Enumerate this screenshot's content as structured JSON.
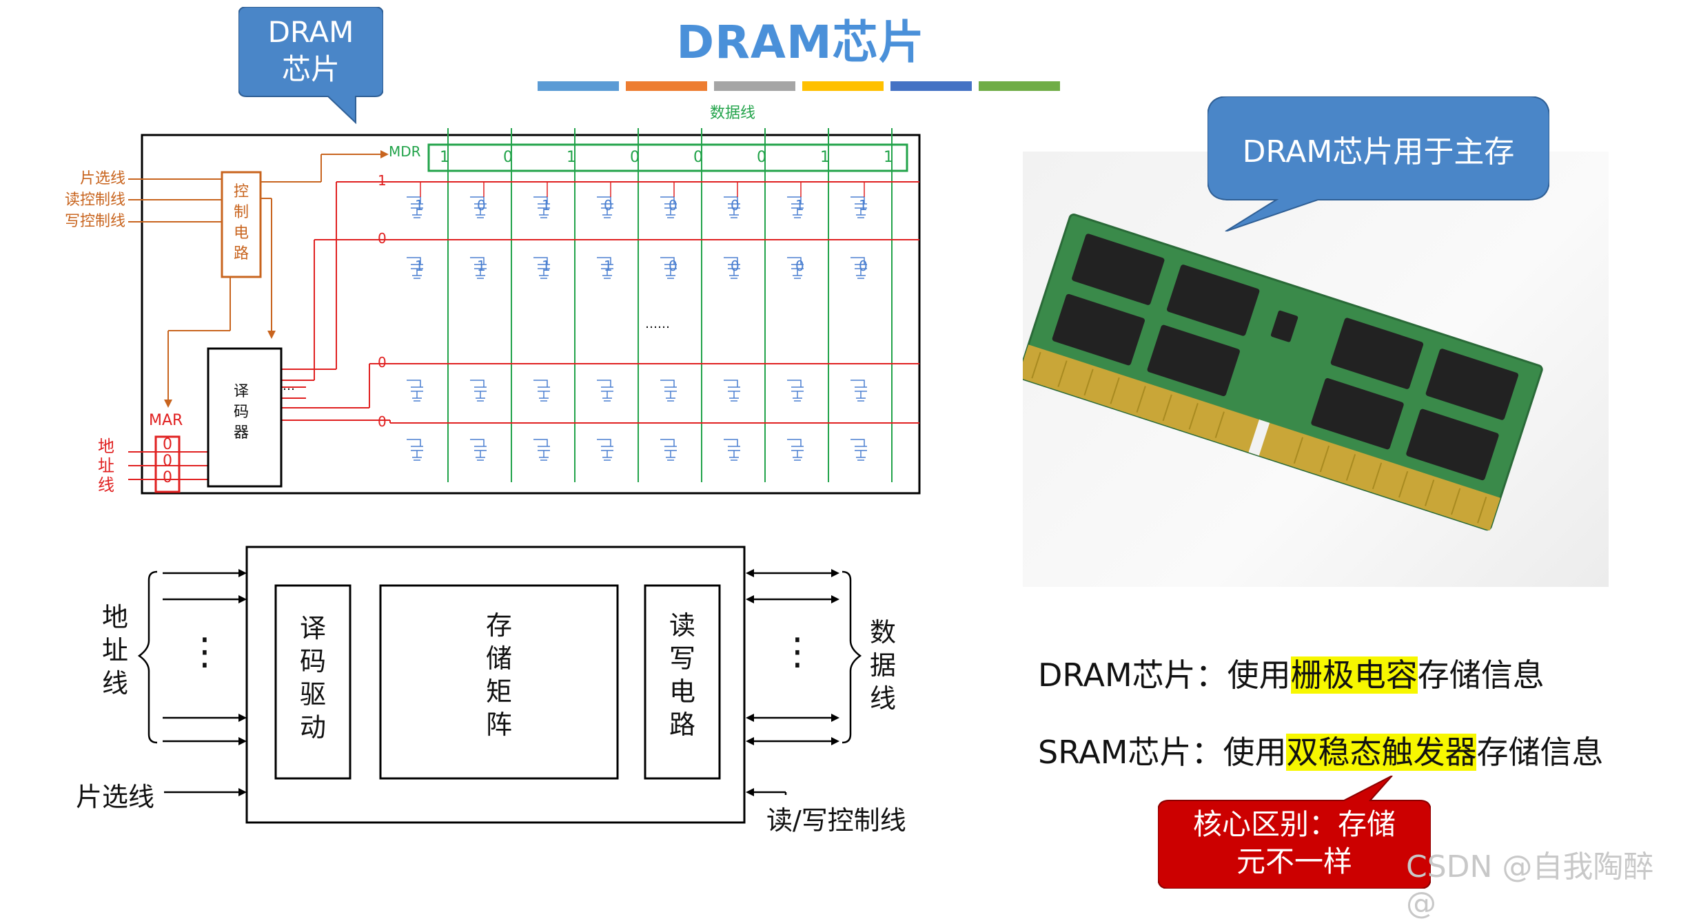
{
  "title": "DRAM芯片",
  "color_bar": [
    "#5b9bd5",
    "#ed7d31",
    "#a5a5a5",
    "#ffc000",
    "#4472c4",
    "#70ad47"
  ],
  "callout_chip": {
    "line1": "DRAM",
    "line2": "芯片"
  },
  "callout_main_memory": "DRAM芯片用于主存",
  "callout_core": {
    "line1": "核心区别：存储",
    "line2": "元不一样"
  },
  "top_diagram": {
    "data_bus_label": "数据线",
    "mdr_label": "MDR",
    "mdr_bits": [
      "1",
      "0",
      "1",
      "0",
      "0",
      "0",
      "1",
      "1"
    ],
    "control_inputs": [
      "片选线",
      "读控制线",
      "写控制线"
    ],
    "control_circuit": [
      "控",
      "制",
      "电",
      "路"
    ],
    "decoder": [
      "译",
      "码",
      "器"
    ],
    "mar_label": "MAR",
    "mar_bits": [
      "0",
      "0",
      "0"
    ],
    "address_label": [
      "地",
      "址",
      "线"
    ],
    "row_values": [
      "1",
      "0",
      "0",
      "0"
    ],
    "cell_values_row1": [
      "1",
      "0",
      "1",
      "0",
      "0",
      "0",
      "1",
      "1"
    ],
    "cell_values_row2": [
      "1",
      "1",
      "1",
      "1",
      "0",
      "0",
      "0",
      "0"
    ],
    "ellipsis": "……",
    "decoder_ellipsis": "…"
  },
  "block_diagram": {
    "address_lines": [
      "地",
      "址",
      "线"
    ],
    "chip_select": "片选线",
    "decoder_driver": [
      "译",
      "码",
      "驱",
      "动"
    ],
    "storage_matrix": [
      "存",
      "储",
      "矩",
      "阵"
    ],
    "rw_circuit": [
      "读",
      "写",
      "电",
      "路"
    ],
    "data_lines": [
      "数",
      "据",
      "线"
    ],
    "rw_control": "读/写控制线",
    "dots": "⋮"
  },
  "statements": {
    "dram_prefix": "DRAM芯片：使用",
    "dram_highlight": "栅极电容",
    "dram_suffix": "存储信息",
    "sram_prefix": "SRAM芯片：使用",
    "sram_highlight": "双稳态触发器",
    "sram_suffix": "存储信息"
  },
  "watermark": "CSDN @自我陶醉@"
}
